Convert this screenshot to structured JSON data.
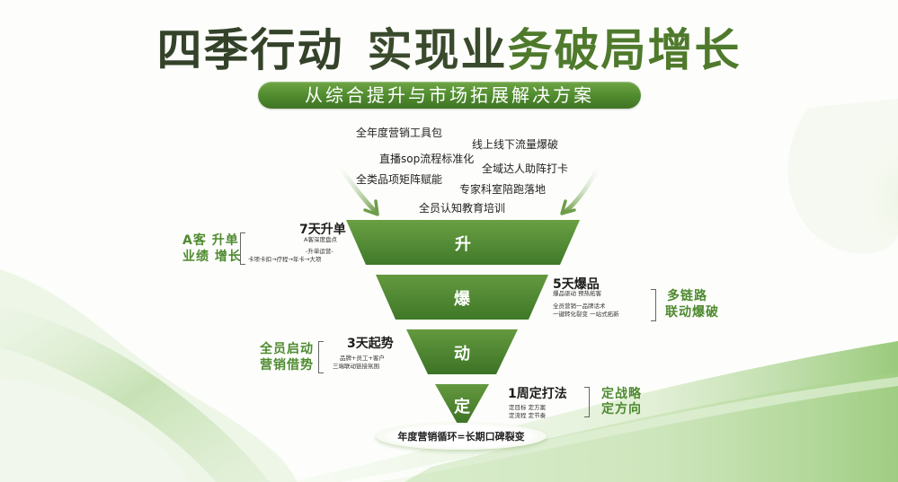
{
  "header": {
    "title_part1": "四季行动",
    "title_part2a": "实现业",
    "title_part2b": "务破局增长",
    "subtitle": "从综合提升与市场拓展解决方案"
  },
  "keywords": [
    "全年度营销工具包",
    "线上线下流量爆破",
    "直播sop流程标准化",
    "全域达人助阵打卡",
    "全类品项矩阵赋能",
    "专家科室陪跑落地",
    "全员认知教育培训"
  ],
  "funnel": {
    "colors": {
      "tier_top": "#6aa043",
      "tier_bottom": "#3f7a26",
      "accent_text": "#4e8a30"
    },
    "tiers": [
      {
        "label": "升",
        "stage_title": "7天升单",
        "stage_sub": [
          "A客深度盘点",
          "-升单运营-",
          "卡项卡扣→疗程→年卡→大项"
        ],
        "side_label": [
          "A客 升单",
          "业绩 增长"
        ],
        "side": "left"
      },
      {
        "label": "爆",
        "stage_title": "5天爆品",
        "stage_sub": [
          "爆品驱动 预热拓客",
          "全员营销一品牌话术",
          "一键转化裂变 一站式拓新"
        ],
        "side_label": [
          "多链路",
          "联动爆破"
        ],
        "side": "right"
      },
      {
        "label": "动",
        "stage_title": "3天起势",
        "stage_sub": [
          "品牌+员工+客户",
          "三端联动链接氛围"
        ],
        "side_label": [
          "全员启动",
          "营销借势"
        ],
        "side": "left"
      },
      {
        "label": "定",
        "stage_title": "1周定打法",
        "stage_sub": [
          "定目标 定方案",
          "定流程 定节奏"
        ],
        "side_label": [
          "定战略",
          "定方向"
        ],
        "side": "right"
      }
    ],
    "base_text": "年度营销循环=长期口碑裂变"
  },
  "icons": {
    "left_arrow": "curved-arrow-down-right-icon",
    "right_arrow": "curved-arrow-down-left-icon"
  }
}
